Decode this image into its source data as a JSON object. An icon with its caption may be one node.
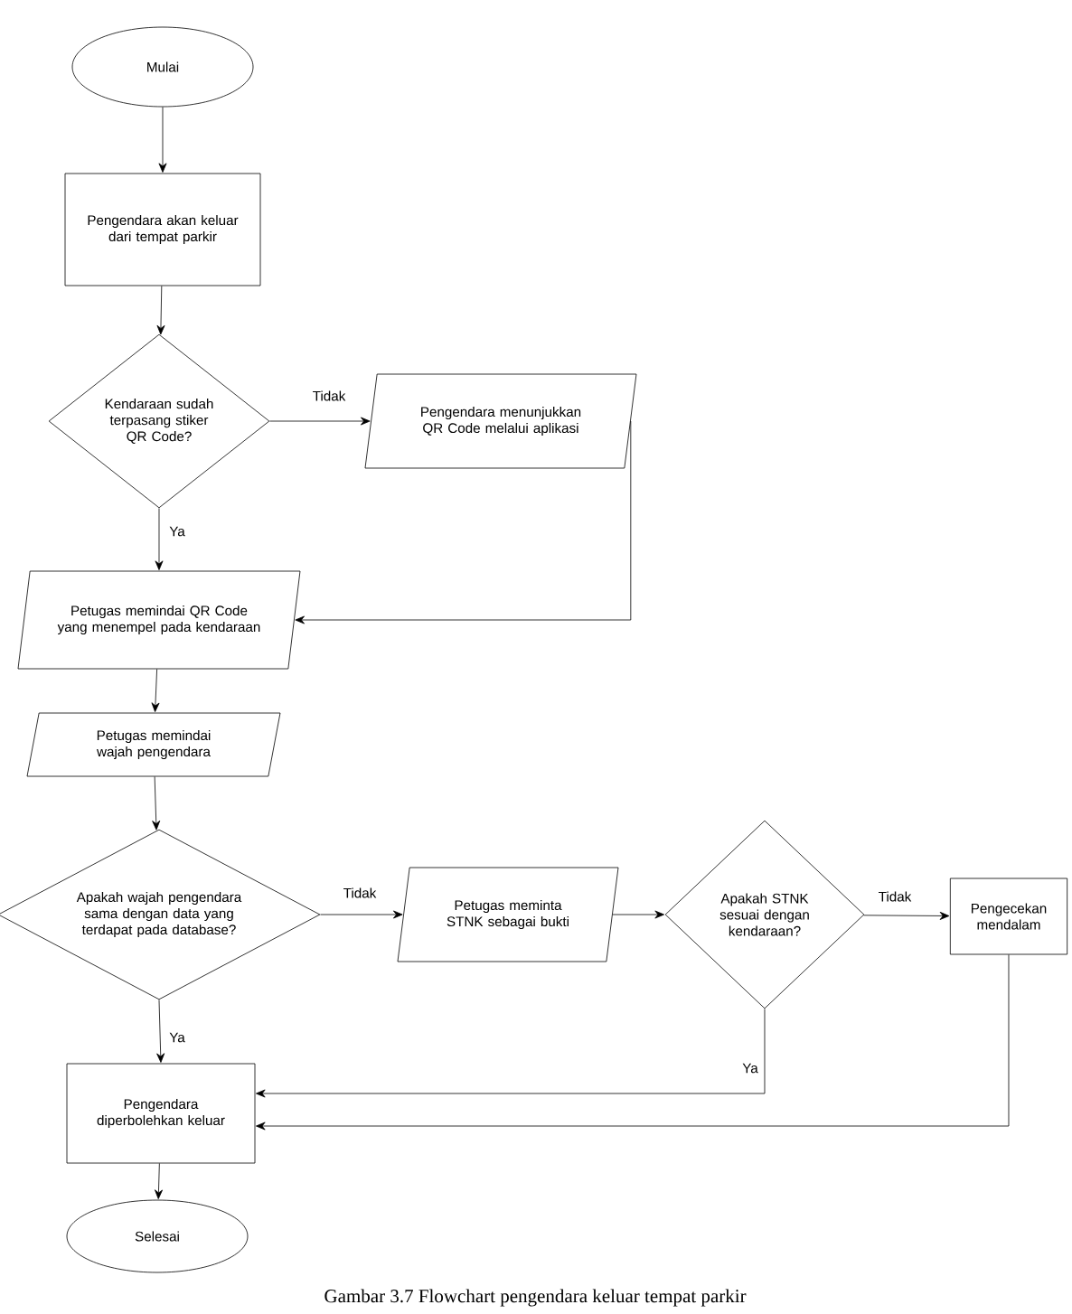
{
  "diagram": {
    "caption": "Gambar 3.7 Flowchart pengendara keluar tempat parkir",
    "nodes": [
      {
        "text": [
          "Mulai"
        ]
      },
      {
        "text": [
          "Pengendara akan keluar dari tempat parkir"
        ]
      },
      {
        "text": [
          "Kendaraan sudah terpasang stiker QR Code?"
        ]
      },
      {
        "text": [
          "Pengendara menunjukkan QR Code melalui aplikasi"
        ]
      },
      {
        "text": [
          "Petugas memindai QR Code yang menempel pada kendaraan"
        ]
      },
      {
        "text": [
          "Petugas memindai wajah pengendara"
        ]
      },
      {
        "text": [
          "Apakah wajah pengendara sama dengan data yang terdapat pada database?"
        ]
      },
      {
        "text": [
          "Petugas meminta STNK sebagai bukti"
        ]
      },
      {
        "text": [
          "Apakah STNK sesuai dengan kendaraan?"
        ]
      },
      {
        "text": [
          "Pengecekan mendalam"
        ]
      },
      {
        "text": [
          "Pengendara diperbolehkan keluar"
        ]
      },
      {
        "text": [
          "Selesai"
        ]
      }
    ],
    "edges": [
      {
        "from": 0,
        "to": 1,
        "arrow": "to"
      },
      {
        "from": 1,
        "to": 2,
        "arrow": "to"
      },
      {
        "from": 2,
        "to": 3,
        "arrow": "to",
        "label": "Tidak"
      },
      {
        "from": 2,
        "to": 4,
        "arrow": "to",
        "label": "Ya"
      },
      {
        "from": 3,
        "to": 4,
        "arrow": "to"
      },
      {
        "from": 4,
        "to": 5,
        "arrow": "to"
      },
      {
        "from": 5,
        "to": 6,
        "arrow": "to"
      },
      {
        "from": 6,
        "to": 7,
        "arrow": "to",
        "label": "Tidak"
      },
      {
        "from": 6,
        "to": 10,
        "arrow": "to",
        "label": "Ya"
      },
      {
        "from": 7,
        "to": 8,
        "arrow": "to"
      },
      {
        "from": 8,
        "to": 9,
        "arrow": "to",
        "label": "Tidak"
      },
      {
        "from": 8,
        "to": 10,
        "arrow": "to",
        "label": "Ya"
      },
      {
        "from": 9,
        "to": 10,
        "arrow": "to"
      },
      {
        "from": 10,
        "to": 11,
        "arrow": "to"
      }
    ]
  }
}
